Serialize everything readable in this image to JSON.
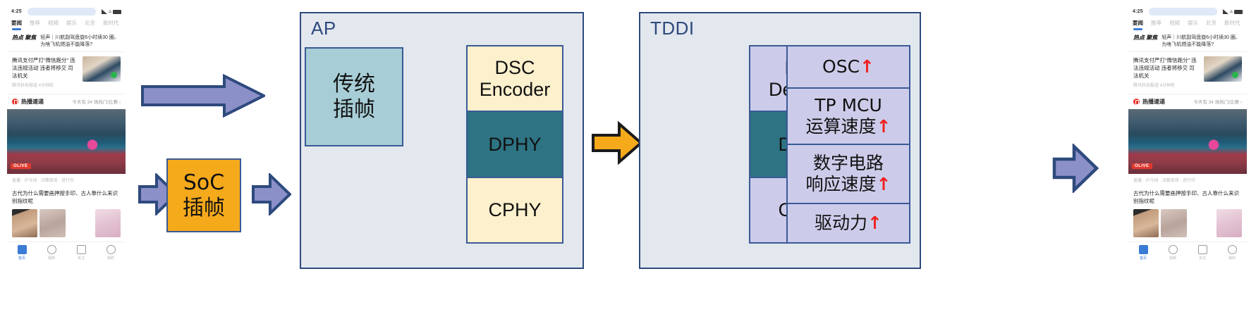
{
  "diagram": {
    "type": "block-flow",
    "left_phone": {
      "status": {
        "time": "4:25",
        "signal_icon": "signal-bars-icon",
        "wifi_icon": "wifi-icon",
        "battery_icon": "battery-icon"
      },
      "tabs": [
        "要闻",
        "推荐",
        "视频",
        "娱乐",
        "北京",
        "新时代"
      ],
      "active_tab": "要闻",
      "add_tab_label": "+",
      "hot": {
        "label": "热点\n聚焦",
        "text": "轻声｜川航副驾盘旋6小时续30\n圈、为啥飞机燃油不能降落?"
      },
      "article": {
        "title": "腾讯支付严打“微信跑分”\n违法违规活动 违者将移交\n司法机关",
        "meta": "腾讯科技报道   4分钟前"
      },
      "live": {
        "title": "热播速递",
        "right": "今天有 34 场热门/比赛 ›",
        "right_count": "34"
      },
      "photo_tag": "OLIVE",
      "photo_meta": "直播 · 乒乓球 · 决赛现场 · 进行中",
      "sub_article": "古代为什么需要画押按手印、古人靠什么来识别指纹呢",
      "nav": [
        {
          "label": "首页",
          "icon": "home-icon",
          "active": true
        },
        {
          "label": "视频",
          "icon": "compass-icon",
          "active": false
        },
        {
          "label": "关注",
          "icon": "bell-icon",
          "active": false
        },
        {
          "label": "我的",
          "icon": "user-icon",
          "active": false
        }
      ]
    },
    "right_phone": {
      "status": {
        "time": "4:25",
        "signal_icon": "signal-bars-icon",
        "wifi_icon": "wifi-icon",
        "battery_icon": "battery-icon"
      },
      "tabs": [
        "要闻",
        "推荐",
        "视频",
        "娱乐",
        "北京",
        "新时代"
      ],
      "active_tab": "要闻",
      "add_tab_label": "+",
      "hot": {
        "label": "热点\n聚焦",
        "text": "轻声｜川航副驾盘旋6小时续30\n圈、为啥飞机燃油不能降落?"
      },
      "article": {
        "title": "腾讯支付严打“微信跑分”\n违法违规活动 违者将移交\n司法机关",
        "meta": "腾讯科技报道   4分钟前"
      },
      "live": {
        "title": "热播速递",
        "right": "今天有 34 场热门/比赛 ›",
        "right_count": "34"
      },
      "photo_tag": "OLIVE",
      "photo_meta": "直播 · 乒乓球 · 决赛现场 · 进行中",
      "sub_article": "古代为什么需要画押按手印、古人靠什么来识别指纹呢",
      "nav": [
        {
          "label": "首页",
          "icon": "home-icon",
          "active": true
        },
        {
          "label": "视频",
          "icon": "compass-icon",
          "active": false
        },
        {
          "label": "关注",
          "icon": "bell-icon",
          "active": false
        },
        {
          "label": "我的",
          "icon": "user-icon",
          "active": false
        }
      ]
    },
    "ap": {
      "title": "AP",
      "traditional_block": "传统\n插帧",
      "stack": [
        "DSC\nEncoder",
        "DPHY",
        "CPHY"
      ]
    },
    "soc": {
      "label": "SoC\n插帧"
    },
    "tddi": {
      "title": "TDDI",
      "stack": [
        "DSC\nDecoder",
        "DPHY",
        "CPHY"
      ],
      "improvements": [
        {
          "text": "OSC",
          "arrow": "↑"
        },
        {
          "line1": "TP MCU",
          "line2": "运算速度",
          "arrow": "↑"
        },
        {
          "line1": "数字电路",
          "line2": "响应速度",
          "arrow": "↑"
        },
        {
          "line1": "驱动力",
          "arrow": "↑"
        }
      ]
    },
    "arrows": [
      {
        "name": "arrow-phone-to-ap",
        "color": "#8b90c8",
        "stroke": "#2e4a7d"
      },
      {
        "name": "arrow-phone-to-soc",
        "color": "#8b90c8",
        "stroke": "#2e4a7d"
      },
      {
        "name": "arrow-soc-to-ap",
        "color": "#8b90c8",
        "stroke": "#2e4a7d"
      },
      {
        "name": "arrow-ap-to-tddi",
        "color": "#f5aa1c",
        "stroke": "#1a1a1a"
      },
      {
        "name": "arrow-tddi-to-phone",
        "color": "#8b90c8",
        "stroke": "#2e4a7d"
      }
    ],
    "colors": {
      "panel_bg": "#e3e7ee",
      "panel_border": "#2e4a7d",
      "box_border": "#3a5a96",
      "teal_light": "#a7cdd6",
      "teal_dark": "#2e7383",
      "cream": "#fdf0cd",
      "lavender": "#ccccea",
      "amber": "#f5aa1c",
      "arrow_purple": "#8b90c8",
      "up_arrow_red": "#f02020"
    }
  }
}
